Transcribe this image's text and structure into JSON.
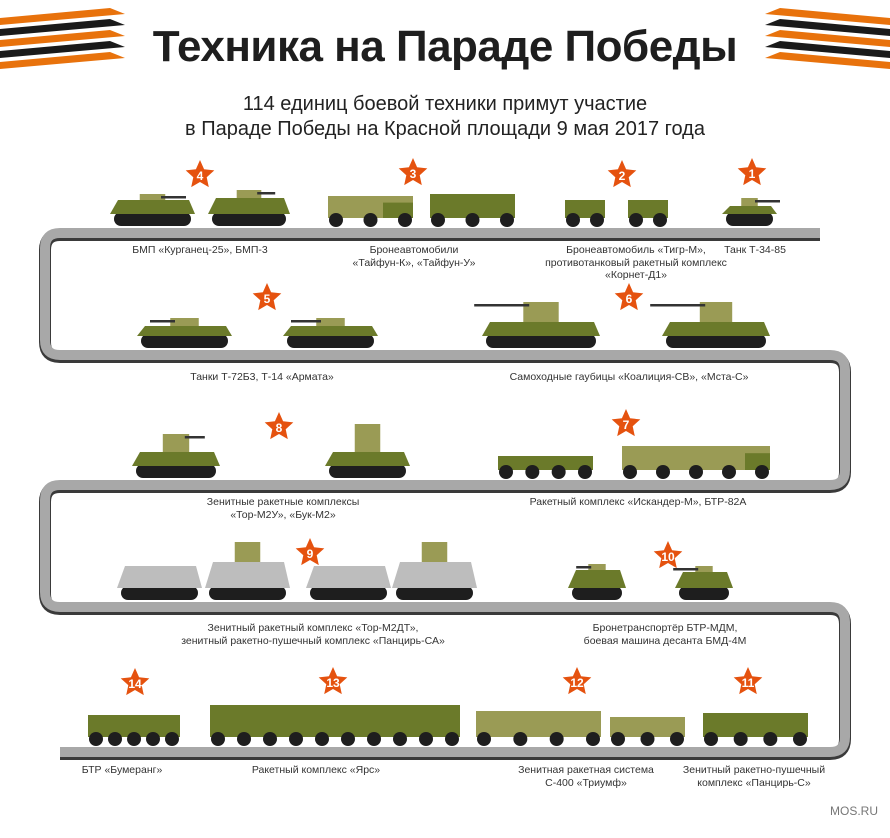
{
  "title": "Техника на Параде Победы",
  "subtitle": [
    "114 единиц боевой техники примут участие",
    "в Параде Победы на Красной площади 9 мая 2017 года"
  ],
  "groups": [
    {
      "number": "1",
      "label": "Танк Т-34-85"
    },
    {
      "number": "2",
      "label": "Бронеавтомобиль «Тигр-М»,\nпротивотанковый ракетный комплекс\n«Корнет-Д1»"
    },
    {
      "number": "3",
      "label": "Бронеавтомобили\n«Тайфун-К», «Тайфун-У»"
    },
    {
      "number": "4",
      "label": "БМП «Курганец-25», БМП-3"
    },
    {
      "number": "5",
      "label": "Танки Т-72Б3, Т-14 «Армата»"
    },
    {
      "number": "6",
      "label": "Самоходные гаубицы «Коалиция-СВ», «Мста-С»"
    },
    {
      "number": "7",
      "label": "Ракетный комплекс «Искандер-М», БТР-82А"
    },
    {
      "number": "8",
      "label": "Зенитные ракетные комплексы\n«Тор-М2У», «Бук-М2»"
    },
    {
      "number": "9",
      "label": "Зенитный ракетный комплекс «Тор-М2ДТ»,\nзенитный ракетно-пушечный комплекс «Панцирь-СА»"
    },
    {
      "number": "10",
      "label": "Бронетранспортёр БТР-МДМ,\nбоевая машина десанта БМД-4М"
    },
    {
      "number": "11",
      "label": "Зенитный ракетно-пушечный\nкомплекс «Панцирь-С»"
    },
    {
      "number": "12",
      "label": "Зенитная ракетная система\nС-400 «Триумф»"
    },
    {
      "number": "13",
      "label": "Ракетный комплекс «Ярс»"
    },
    {
      "number": "14",
      "label": "БТР «Бумеранг»"
    }
  ],
  "brand": "MOS.RU",
  "colors": {
    "star": "#e5520f",
    "olive": "#6b7a2a",
    "olive_light": "#9a9b55",
    "road": "#a8a8a8",
    "track": "#1e1e1e",
    "arctic": "#bdbdbd"
  }
}
